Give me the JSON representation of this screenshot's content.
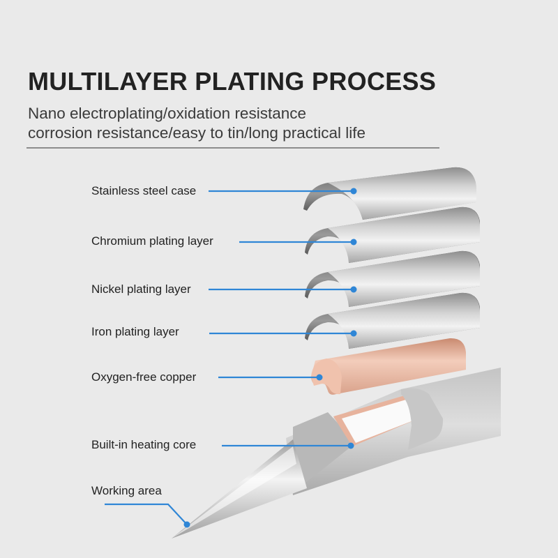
{
  "header": {
    "title": "MULTILAYER PLATING PROCESS",
    "subtitle_line1": "Nano electroplating/oxidation resistance",
    "subtitle_line2": "corrosion resistance/easy to tin/long practical life"
  },
  "colors": {
    "background": "#eaeaea",
    "leader_line": "#2f86d6",
    "steel": "#b9b9b9",
    "copper": "#e7b39d"
  },
  "layers": [
    {
      "id": "stainless-steel-case",
      "label": "Stainless steel case",
      "material": "steel"
    },
    {
      "id": "chromium-plating-layer",
      "label": "Chromium plating layer",
      "material": "steel"
    },
    {
      "id": "nickel-plating-layer",
      "label": "Nickel plating layer",
      "material": "steel"
    },
    {
      "id": "iron-plating-layer",
      "label": "Iron plating layer",
      "material": "steel"
    },
    {
      "id": "oxygen-free-copper",
      "label": "Oxygen-free copper",
      "material": "copper"
    },
    {
      "id": "built-in-heating-core",
      "label": "Built-in heating core",
      "material": "core"
    },
    {
      "id": "working-area",
      "label": "Working area",
      "material": "tip"
    }
  ]
}
